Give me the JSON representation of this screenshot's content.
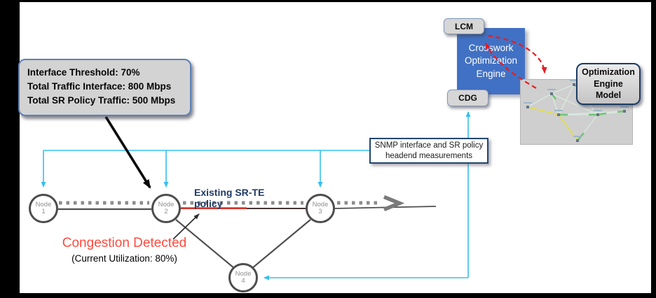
{
  "colors": {
    "frame_black": "#000000",
    "telemetry_cyan": "#35c0ee",
    "feedback_red": "#e81c24",
    "congested_link_red": "#e8342a",
    "congestion_text_red": "#fd4b3e",
    "policy_navy": "#203a66",
    "engine_blue": "#4171c4",
    "node_border_gray": "#4d4d4d",
    "dotted_policy_gray": "#8c8c8c"
  },
  "callout": {
    "lines": [
      "Interface Threshold: 70%",
      "Total Traffic Interface: 800 Mbps",
      "Total SR Policy Traffic: 500 Mbps"
    ]
  },
  "topology": {
    "policy_label": "Existing SR-TE policy",
    "congestion_title": "Congestion Detected",
    "congestion_subtitle": "(Current Utilization: 80%)",
    "nodes": [
      {
        "name": "Node",
        "number": "1"
      },
      {
        "name": "Node",
        "number": "2"
      },
      {
        "name": "Node",
        "number": "3"
      },
      {
        "name": "Node",
        "number": "4"
      }
    ]
  },
  "measurement_box": {
    "line1": "SNMP interface and SR policy",
    "line2": "headend measurements"
  },
  "architecture": {
    "lcm_label": "LCM",
    "cdg_label": "CDG",
    "engine": {
      "line1": "Crosswork",
      "line2": "Optimization",
      "line3": "Engine"
    },
    "model": {
      "line1": "Optimization",
      "line2": "Engine",
      "line3": "Model"
    }
  }
}
